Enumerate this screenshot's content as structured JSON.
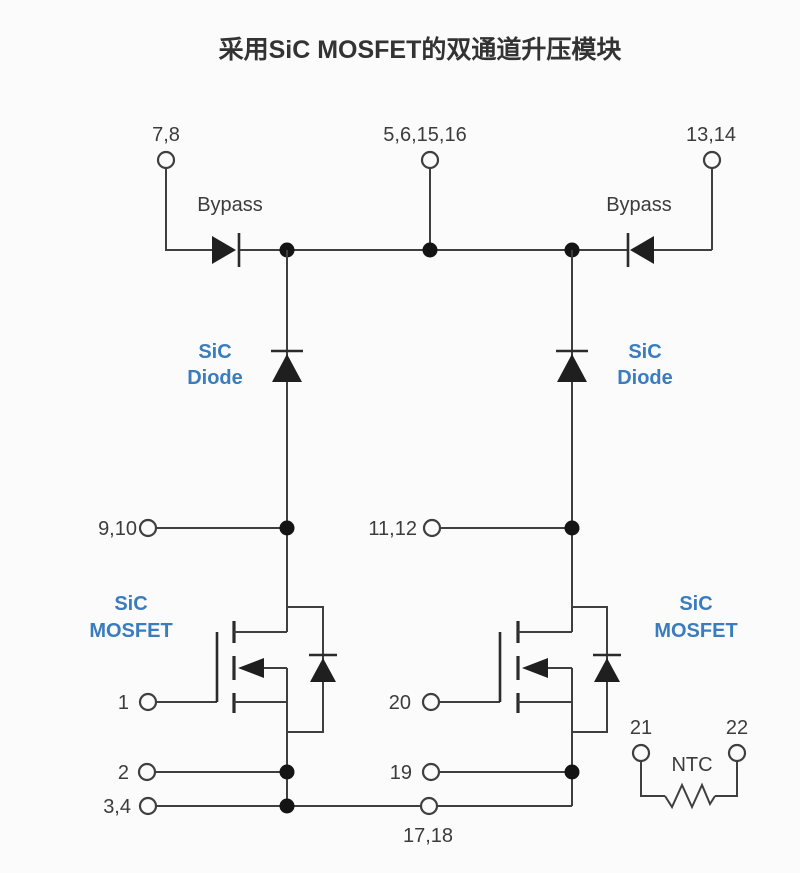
{
  "title": "采用SiC MOSFET的双通道升压模块",
  "colors": {
    "background": "#fbfbfb",
    "line": "#3f3f3f",
    "symbol_fill": "#1f1f1f",
    "accent_blue": "#3a7cbd",
    "text": "#3c3c3c"
  },
  "pins": {
    "top_left": "7,8",
    "top_center": "5,6,15,16",
    "top_right": "13,14",
    "left_mid": "9,10",
    "right_mid": "11,12",
    "left_gate": "1",
    "right_gate": "20",
    "left_source": "2",
    "right_source": "19",
    "left_ground": "3,4",
    "center_ground": "17,18",
    "ntc_left": "21",
    "ntc_right": "22"
  },
  "components": {
    "bypass_left": "Bypass",
    "bypass_right": "Bypass",
    "sic_diode_left": {
      "line1": "SiC",
      "line2": "Diode"
    },
    "sic_diode_right": {
      "line1": "SiC",
      "line2": "Diode"
    },
    "sic_mosfet_left": {
      "line1": "SiC",
      "line2": "MOSFET"
    },
    "sic_mosfet_right": {
      "line1": "SiC",
      "line2": "MOSFET"
    },
    "ntc": "NTC"
  }
}
